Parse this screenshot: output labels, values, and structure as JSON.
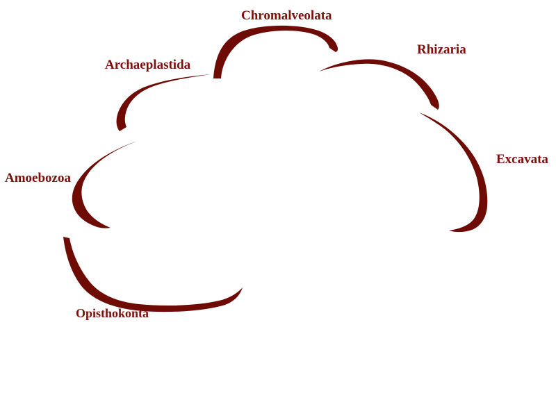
{
  "colors": {
    "background": "#ffffff",
    "arc": "#6e0b05",
    "label": "#7c100a"
  },
  "groups": [
    {
      "id": "chromalveolata",
      "label": "Chromalveolata"
    },
    {
      "id": "rhizaria",
      "label": "Rhizaria"
    },
    {
      "id": "archaeplastida",
      "label": "Archaeplastida"
    },
    {
      "id": "excavata",
      "label": "Excavata"
    },
    {
      "id": "amoebozoa",
      "label": "Amoebozoa"
    },
    {
      "id": "opisthokonta",
      "label": "Opisthokonta"
    }
  ]
}
